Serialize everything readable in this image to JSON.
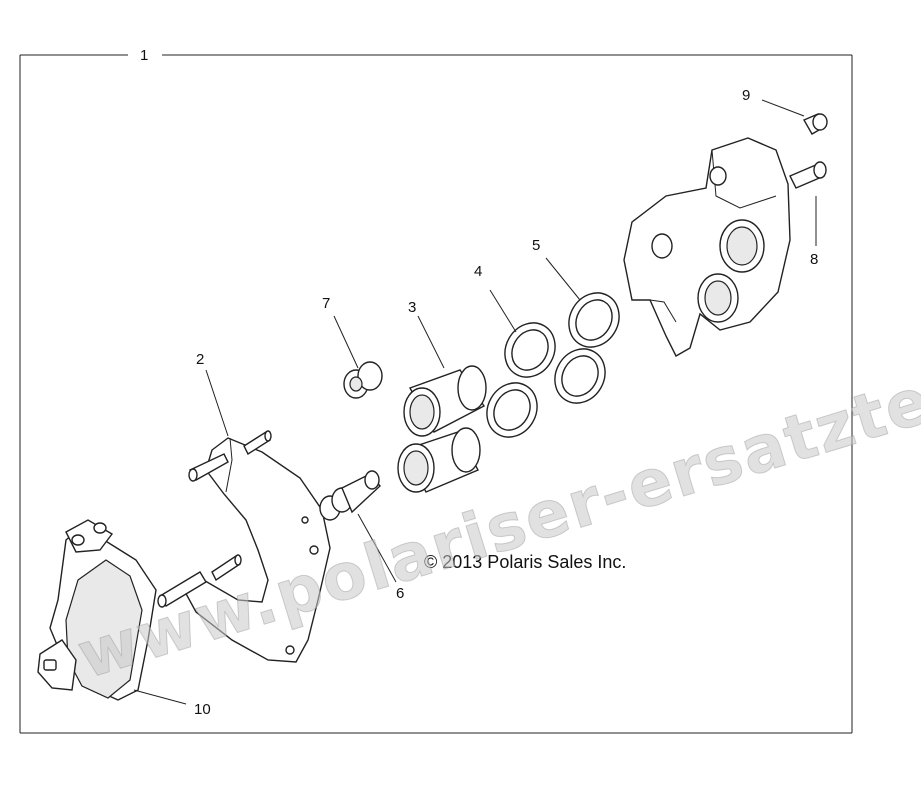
{
  "callouts": {
    "assembly": "1",
    "bracket": "2",
    "piston": "3",
    "seal_small": "4",
    "seal_large": "5",
    "pin": "6",
    "boot": "7",
    "bleeder": "8",
    "cap": "9",
    "pads": "10"
  },
  "copyright": "© 2013 Polaris Sales Inc.",
  "watermark": "www.polariser-ersatzteile.de"
}
